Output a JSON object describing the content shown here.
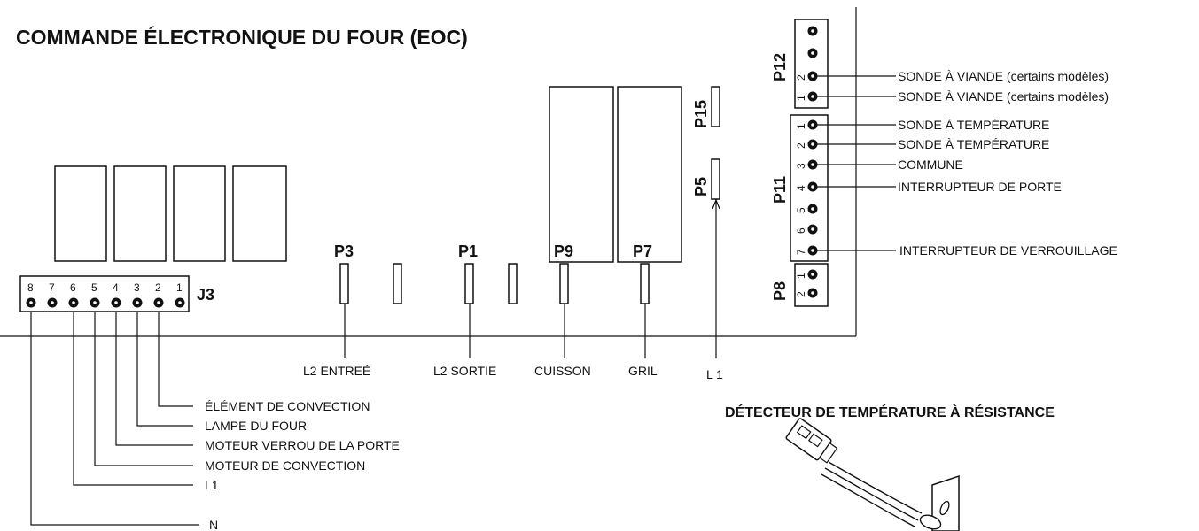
{
  "title": "COMMANDE ÉLECTRONIQUE DU FOUR  (EOC)",
  "subtitle": "DÉTECTEUR DE TEMPÉRATURE À RÉSISTANCE",
  "connectors": {
    "j3": "J3",
    "p3": "P3",
    "p1": "P1",
    "p9": "P9",
    "p7": "P7",
    "p15": "P15",
    "p5": "P5",
    "p12": "P12",
    "p11": "P11",
    "p8": "P8"
  },
  "j3_pins": [
    "8",
    "7",
    "6",
    "5",
    "4",
    "3",
    "2",
    "1"
  ],
  "p12_pins": [
    "2",
    "1"
  ],
  "p11_pins": [
    "1",
    "2",
    "3",
    "4",
    "5",
    "6",
    "7"
  ],
  "p8_pins": [
    "1",
    "2"
  ],
  "bottom_labels": {
    "l2_entree": "L2 ENTREÉ",
    "l2_sortie": "L2 SORTIE",
    "cuisson": "CUISSON",
    "gril": "GRIL",
    "l1": "L 1"
  },
  "j3_labels": {
    "pin2": "ÉLÉMENT DE CONVECTION",
    "pin3": "LAMPE DU FOUR",
    "pin4": "MOTEUR VERROU DE LA PORTE",
    "pin5": "MOTEUR DE CONVECTION",
    "pin6": "L1",
    "pin8": "N"
  },
  "right_labels": {
    "p12_2": "SONDE À VIANDE  (certains modèles)",
    "p12_1": "SONDE À VIANDE  (certains modèles)",
    "p11_1": "SONDE À TEMPÉRATURE",
    "p11_2": "SONDE À TEMPÉRATURE",
    "p11_3": "COMMUNE",
    "p11_4": "INTERRUPTEUR DE PORTE",
    "p11_7": "INTERRUPTEUR DE VERROUILLAGE"
  }
}
